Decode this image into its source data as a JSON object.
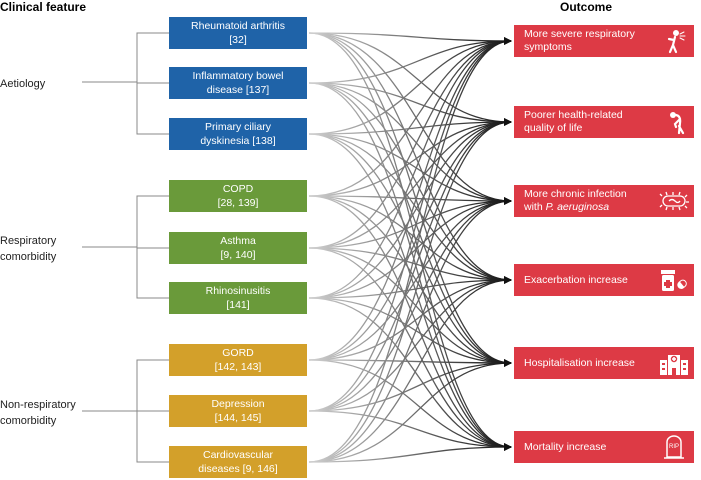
{
  "headers": {
    "clinical": "Clinical feature",
    "outcome": "Outcome"
  },
  "categories": [
    {
      "lines": [
        "Aetiology"
      ]
    },
    {
      "lines": [
        "Respiratory",
        "comorbidity"
      ]
    },
    {
      "lines": [
        "Non-respiratory",
        "comorbidity"
      ]
    }
  ],
  "features": [
    {
      "line1": "Rheumatoid arthritis",
      "line2": "[32]"
    },
    {
      "line1": "Inflammatory bowel",
      "line2": "disease [137]"
    },
    {
      "line1": "Primary ciliary",
      "line2": "dyskinesia [138]"
    },
    {
      "line1": "COPD",
      "line2": "[28, 139]"
    },
    {
      "line1": "Asthma",
      "line2": "[9, 140]"
    },
    {
      "line1": "Rhinosinusitis",
      "line2": "[141]"
    },
    {
      "line1": "GORD",
      "line2": "[142, 143]"
    },
    {
      "line1": "Depression",
      "line2": "[144, 145]"
    },
    {
      "line1": "Cardiovascular",
      "line2": "diseases [9, 146]"
    }
  ],
  "outcomes": [
    {
      "line1": "More severe respiratory",
      "line2": "symptoms",
      "icon": "coughing-person-icon"
    },
    {
      "line1": "Poorer health-related",
      "line2": "quality of life",
      "icon": "bent-over-person-icon"
    },
    {
      "line1": "More chronic infection",
      "line2_prefix": "with ",
      "line2_italic": "P. aeruginosa",
      "icon": "bacterium-icon"
    },
    {
      "line1": "Exacerbation increase",
      "line2": "",
      "icon": "medication-icon"
    },
    {
      "line1": "Hospitalisation increase",
      "line2": "",
      "icon": "hospital-icon"
    },
    {
      "line1": "Mortality increase",
      "line2": "",
      "icon": "gravestone-icon",
      "icon_text": "RIP"
    }
  ],
  "colors": {
    "aetiology": "#1f63a8",
    "respiratory": "#6a9a3a",
    "non_respiratory": "#d3a02a",
    "outcome": "#dd3a45",
    "bracket": "#888888"
  }
}
